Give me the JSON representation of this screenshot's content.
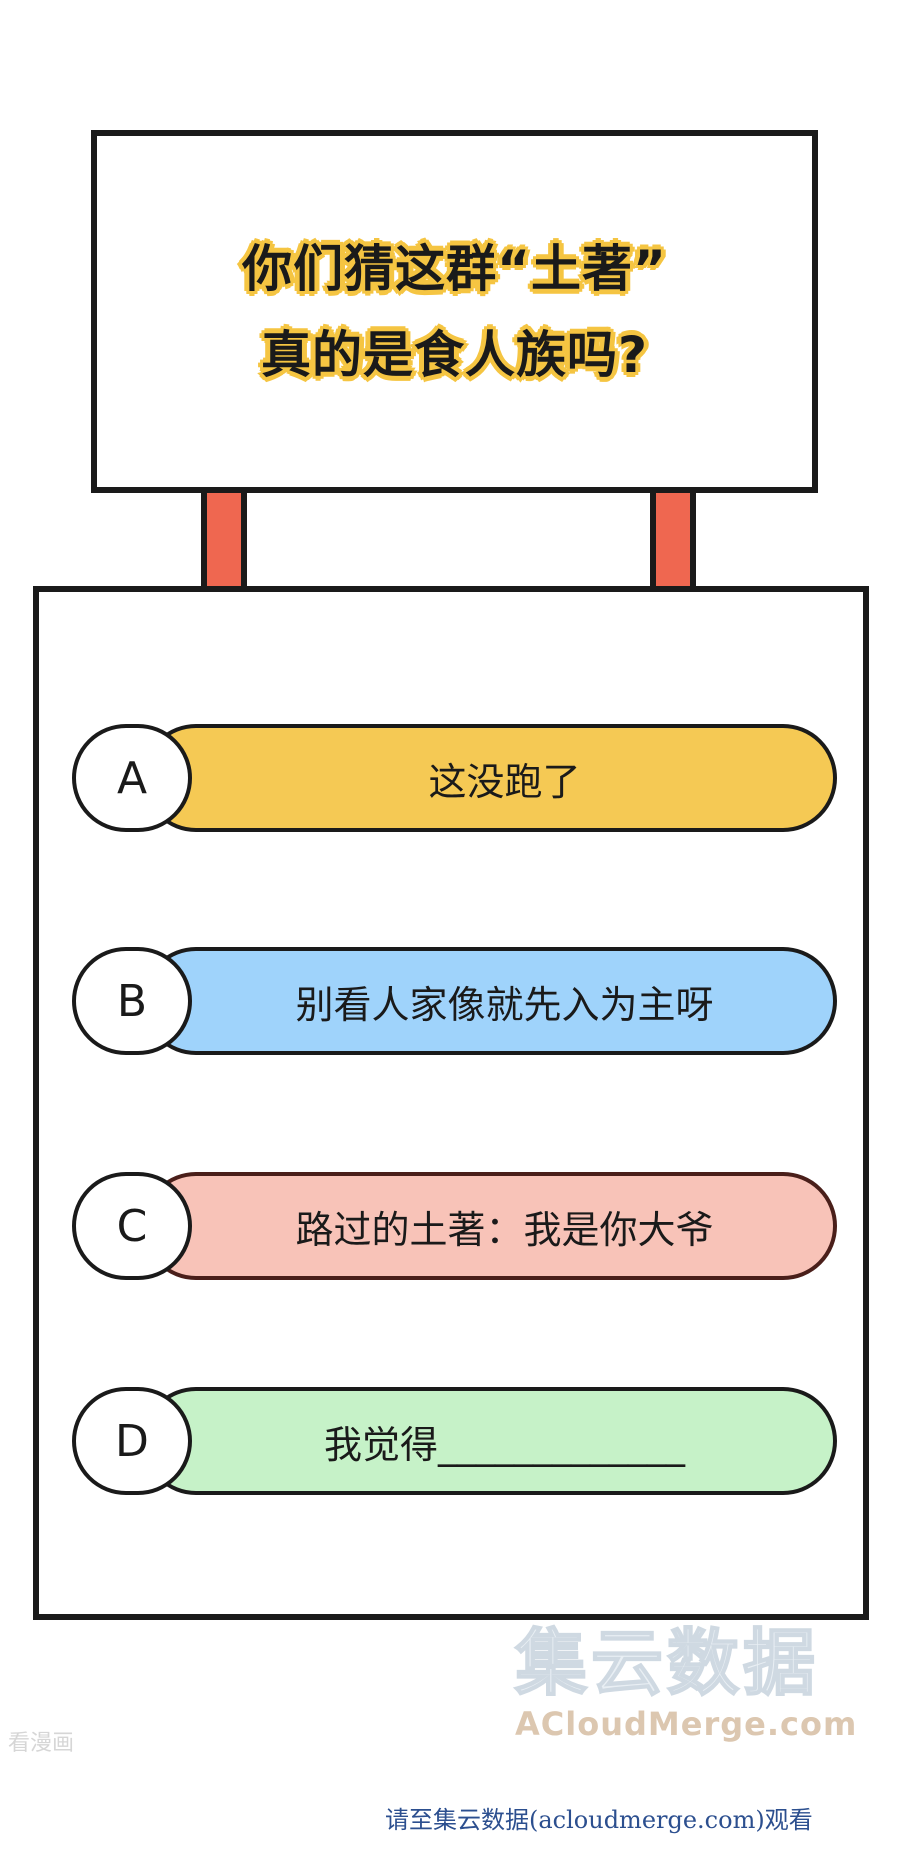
{
  "question": {
    "line1": "你们猜这群“土著”",
    "line2": "真的是食人族吗?",
    "highlight_color": "#f5c542"
  },
  "options": [
    {
      "letter": "A",
      "text": "这没跑了",
      "color": "#f5c954"
    },
    {
      "letter": "B",
      "text": "别看人家像就先入为主呀",
      "color": "#9fd3fb"
    },
    {
      "letter": "C",
      "text": "路过的土著：我是你大爷",
      "color": "#f8c3b8"
    },
    {
      "letter": "D",
      "text": "我觉得_____________",
      "color": "#c6f2c8"
    }
  ],
  "post_color": "#ef6750",
  "watermarks": {
    "side": "看漫画",
    "logo_cn": "集云数据",
    "logo_en": "ACloudMerge.com",
    "footer": "请至集云数据(acloudmerge.com)观看"
  }
}
